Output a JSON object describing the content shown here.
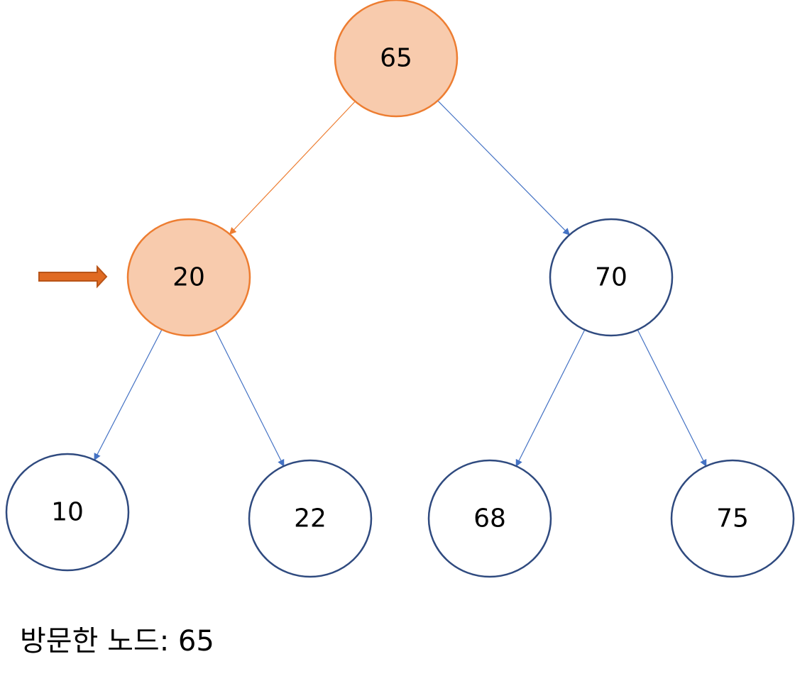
{
  "tree": {
    "nodes": [
      {
        "id": "n65",
        "label": "65",
        "visited": true
      },
      {
        "id": "n20",
        "label": "20",
        "visited": true,
        "current": true
      },
      {
        "id": "n70",
        "label": "70",
        "visited": false
      },
      {
        "id": "n10",
        "label": "10",
        "visited": false
      },
      {
        "id": "n22",
        "label": "22",
        "visited": false
      },
      {
        "id": "n68",
        "label": "68",
        "visited": false
      },
      {
        "id": "n75",
        "label": "75",
        "visited": false
      }
    ],
    "edges": [
      {
        "from": "n65",
        "to": "n20",
        "active": true
      },
      {
        "from": "n65",
        "to": "n70",
        "active": false
      },
      {
        "from": "n20",
        "to": "n10",
        "active": false
      },
      {
        "from": "n20",
        "to": "n22",
        "active": false
      },
      {
        "from": "n70",
        "to": "n68",
        "active": false
      },
      {
        "from": "n70",
        "to": "n75",
        "active": false
      }
    ]
  },
  "colors": {
    "visited_fill": "#f8cbad",
    "visited_stroke": "#ed7d31",
    "unvisited_fill": "#ffffff",
    "unvisited_stroke": "#2f4a7f",
    "edge_default": "#4472c4",
    "edge_active": "#ed7d31",
    "pointer_fill": "#e06a22",
    "pointer_stroke": "#b85418"
  },
  "visited_text": {
    "prefix": "방문한 노드: ",
    "values": "65"
  }
}
